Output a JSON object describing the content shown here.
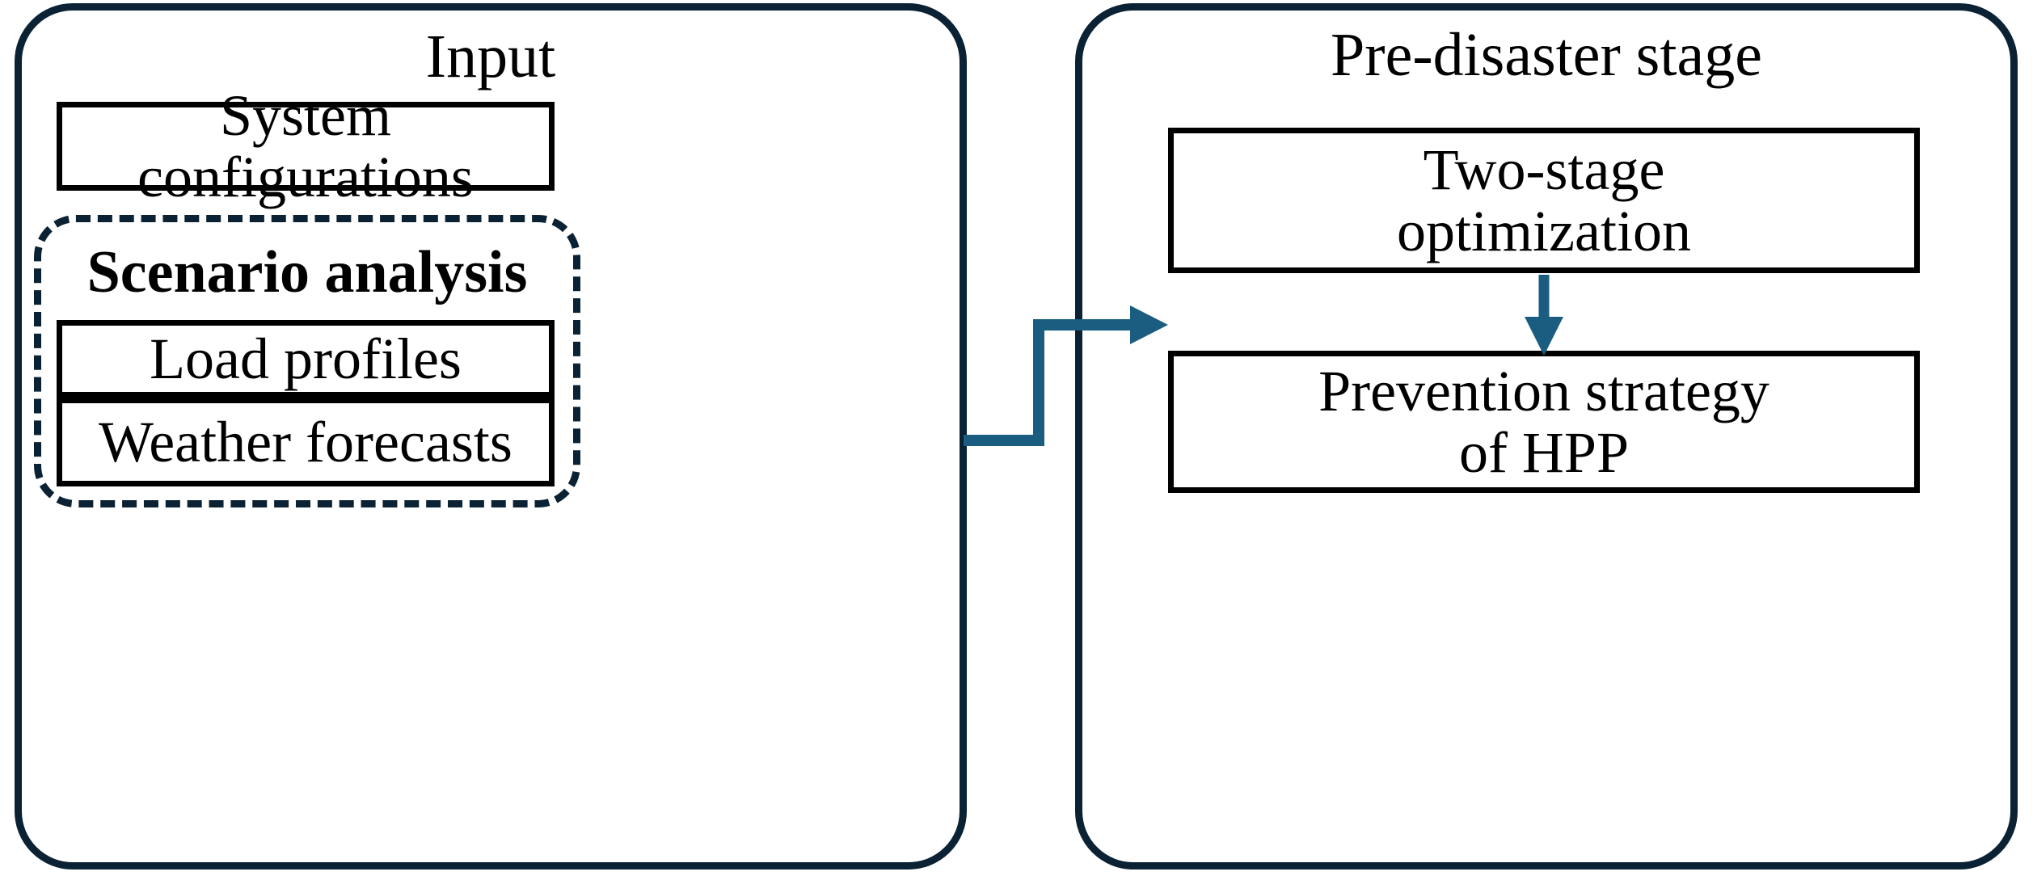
{
  "diagram": {
    "title_hidden": "",
    "colors": {
      "panel_border": "#0a2233",
      "box_border": "#000000",
      "connector": "#1a5d80",
      "background": "#ffffff",
      "text": "#000000"
    },
    "panels": [
      {
        "id": "input",
        "title": "Input",
        "boxes": [
          {
            "id": "system-configurations",
            "label": "System configurations"
          }
        ],
        "group": {
          "id": "scenario-analysis",
          "label": "Scenario analysis",
          "style": "dashed",
          "boxes": [
            {
              "id": "load-profiles",
              "label": "Load profiles"
            },
            {
              "id": "weather-forecasts",
              "label": "Weather forecasts"
            }
          ]
        }
      },
      {
        "id": "pre-disaster-stage",
        "title": "Pre-disaster stage",
        "boxes": [
          {
            "id": "two-stage-optimization",
            "label_line1": "Two-stage",
            "label_line2": "optimization"
          },
          {
            "id": "prevention-strategy",
            "label_line1": "Prevention strategy",
            "label_line2": "of HPP"
          }
        ]
      }
    ],
    "connectors": [
      {
        "id": "input-to-two-stage",
        "from": "input",
        "to": "two-stage-optimization",
        "shape": "elbow-right-up",
        "arrowhead": "right"
      },
      {
        "id": "two-stage-to-prevention",
        "from": "two-stage-optimization",
        "to": "prevention-strategy",
        "shape": "straight-down",
        "arrowhead": "down"
      }
    ]
  }
}
